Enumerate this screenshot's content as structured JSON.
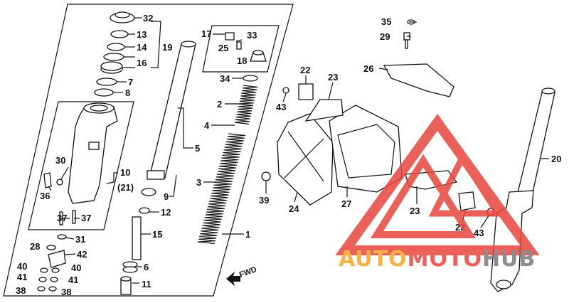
{
  "labels": {
    "l32": "32",
    "l13": "13",
    "l14": "14",
    "l19": "19",
    "l16": "16",
    "l7": "7",
    "l8": "8",
    "l17": "17",
    "l33": "33",
    "l25": "25",
    "l18": "18",
    "l34": "34",
    "l2": "2",
    "l4": "4",
    "l5": "5",
    "l3": "3",
    "l9": "9",
    "l12": "12",
    "l15": "15",
    "l6": "6",
    "l11": "11",
    "l1": "1",
    "l30": "30",
    "l10": "10",
    "l21": "(21)",
    "l36": "36",
    "l37a": "37",
    "l37b": "37",
    "l31": "31",
    "l28": "28",
    "l42": "42",
    "l40a": "40",
    "l40b": "40",
    "l41a": "41",
    "l41b": "41",
    "l38a": "38",
    "l38b": "38",
    "l35": "35",
    "l29": "29",
    "l26": "26",
    "l22a": "22",
    "l23a": "23",
    "l43a": "43",
    "l24": "24",
    "l27": "27",
    "l39": "39",
    "l20": "20",
    "l23b": "23",
    "l22b": "22",
    "l43b": "43"
  },
  "fwd_label": "FWD",
  "watermark": {
    "part1": "AUTO",
    "part2": "MOTO",
    "part3": "HUB",
    "color_red": "#e8453c",
    "color_orange": "#f5a623",
    "color_gray": "#7a7a7a"
  }
}
